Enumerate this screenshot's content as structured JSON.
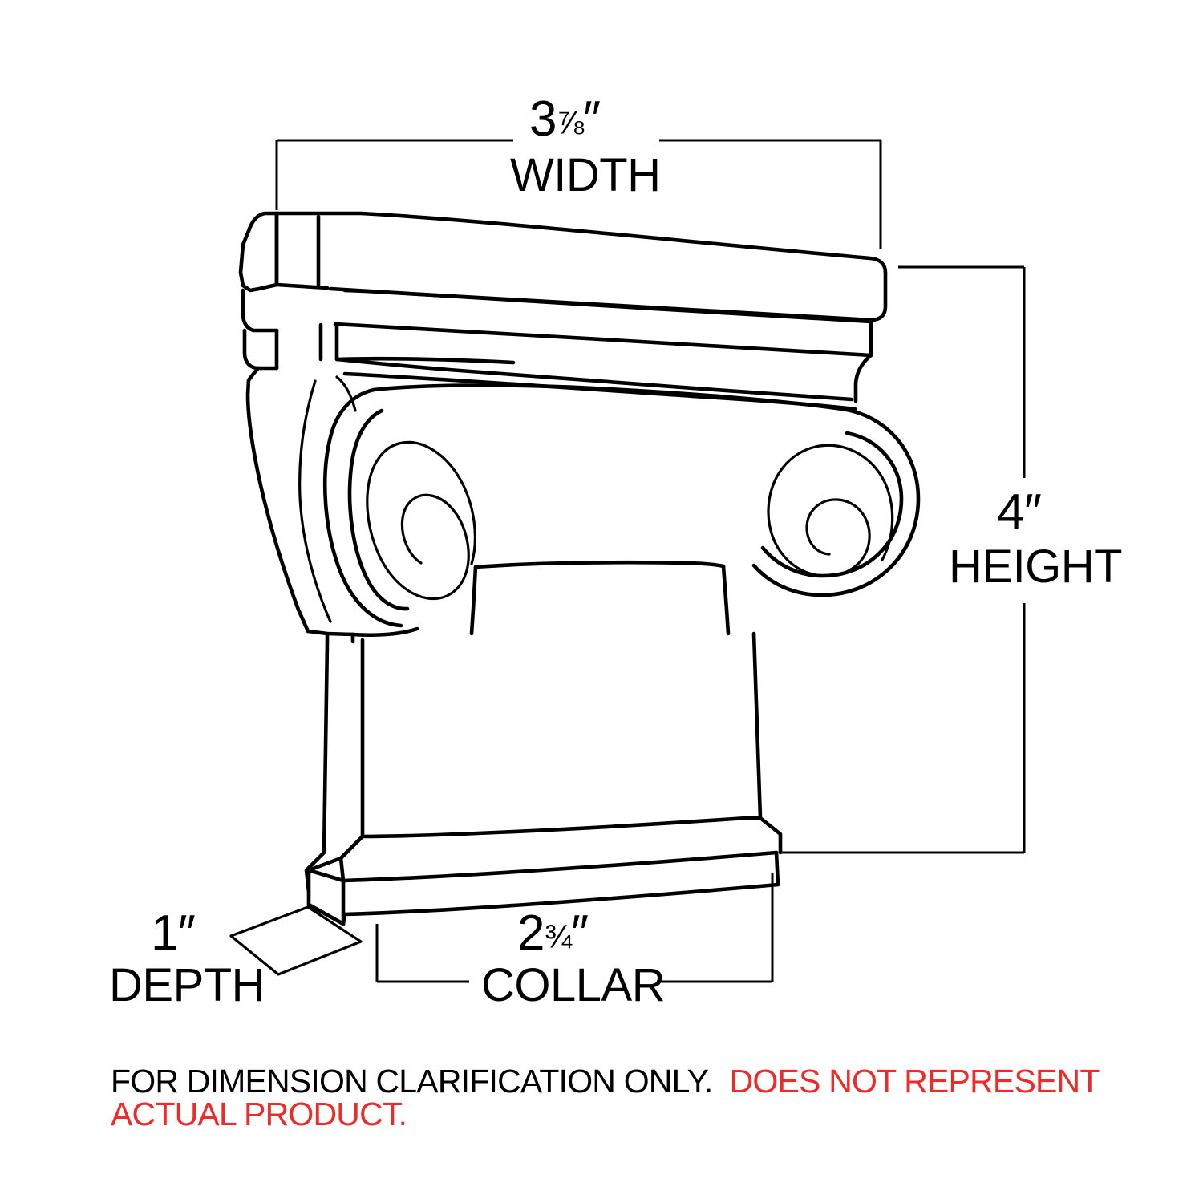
{
  "diagram": {
    "title": "Ionic capital dimension diagram",
    "subject": "ionic-column-capital",
    "line_color": "#000000",
    "background_color": "#ffffff"
  },
  "dimensions": {
    "width": {
      "value_whole": "3",
      "value_fraction": "⅞",
      "value_unit": "″",
      "value": "3⅞″",
      "name": "WIDTH"
    },
    "height": {
      "value_whole": "4",
      "value_fraction": "",
      "value_unit": "″",
      "value": "4″",
      "name": "HEIGHT"
    },
    "collar": {
      "value_whole": "2",
      "value_fraction": "¾",
      "value_unit": "″",
      "value": "2¾″",
      "name": "COLLAR"
    },
    "depth": {
      "value_whole": "1",
      "value_fraction": "",
      "value_unit": "″",
      "value": "1″",
      "name": "DEPTH"
    }
  },
  "disclaimer": {
    "primary": "FOR DIMENSION CLARIFICATION ONLY.",
    "secondary": "DOES NOT REPRESENT ACTUAL PRODUCT.",
    "primary_color": "#000000",
    "secondary_color": "#ee2b2b"
  }
}
